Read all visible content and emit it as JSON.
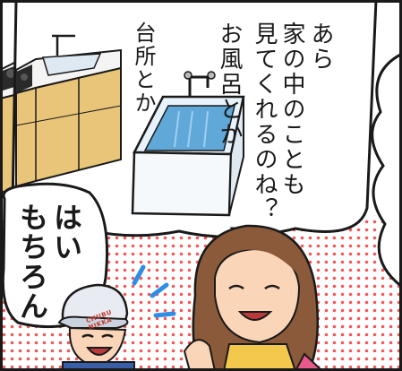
{
  "speech_woman": {
    "lines": [
      "あら",
      "家の中のことも",
      "見てくれるのね？",
      "お風呂とか",
      "台所とか"
    ]
  },
  "speech_worker": {
    "lines": [
      "はい",
      "もちろん"
    ]
  },
  "cap_text": "CHUBU NIKKA",
  "colors": {
    "dots": "#f05a5a",
    "outline": "#1a1a1a",
    "tub_water": "#5fa8d8",
    "tub_shell": "#e8f2fb",
    "cabinet": "#e9c57a",
    "hair": "#8a5a3a",
    "skin": "#fbd5b8",
    "collar": "#f2c94c",
    "cap": "#e8ecf2",
    "accent_dash": "#2f8de4"
  },
  "icons": [
    "bathtub-icon",
    "faucet-icon",
    "kitchen-sink-icon",
    "stove-icon"
  ]
}
